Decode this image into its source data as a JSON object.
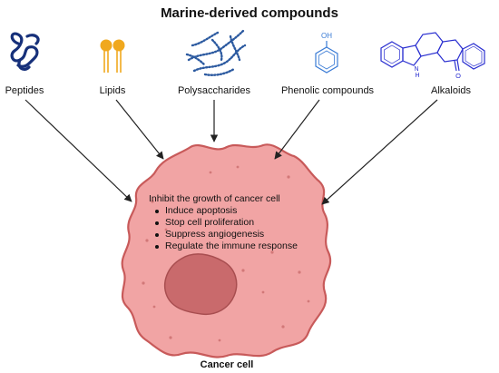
{
  "title": "Marine-derived compounds",
  "compounds": [
    {
      "label": "Peptides",
      "icon": "peptide-coil-icon",
      "color": "#16307a"
    },
    {
      "label": "Lipids",
      "icon": "lipid-icon",
      "color": "#f0a81e"
    },
    {
      "label": "Polysaccharides",
      "icon": "polysaccharide-icon",
      "color": "#2c5aa0"
    },
    {
      "label": "Phenolic compounds",
      "icon": "phenol-structure-icon",
      "color": "#3a7bd5"
    },
    {
      "label": "Alkaloids",
      "icon": "alkaloid-structure-icon",
      "color": "#2a2fd0"
    }
  ],
  "phenol_oh": "OH",
  "alkaloid_nh": "N\nH",
  "alkaloid_o": "O",
  "effects": {
    "heading": "Inhibit the growth of cancer cell",
    "items": [
      "Induce apoptosis",
      "Stop cell proliferation",
      "Suppress angiogenesis",
      "Regulate the immune response"
    ]
  },
  "cell_label": "Cancer cell",
  "colors": {
    "cell_fill": "#f1a4a4",
    "cell_stroke": "#c85a5a",
    "nucleus_fill": "#c96a6c",
    "nucleus_stroke": "#a84e50",
    "arrow": "#222222"
  }
}
